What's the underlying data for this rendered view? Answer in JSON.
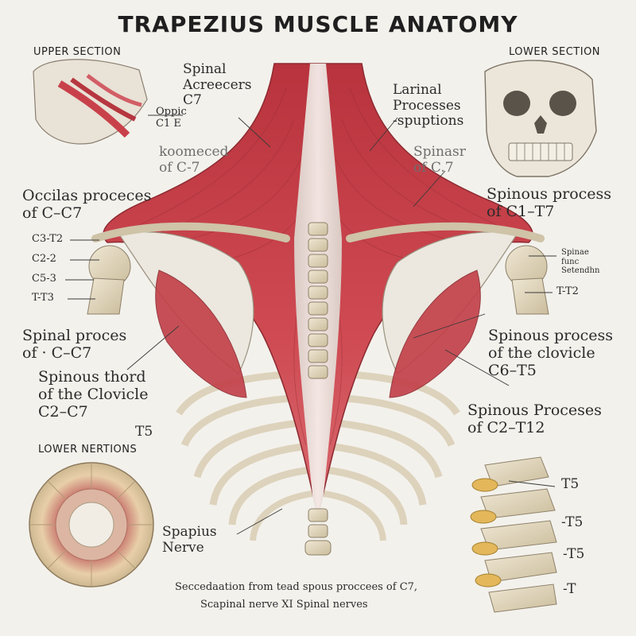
{
  "title": "TRAPEZIUS MUSCLE ANATOMY",
  "sections": {
    "upper": "UPPER SECTION",
    "lower_top": "LOWER SECTION",
    "lower_bottom": "LOWER NERTIONS"
  },
  "labels": {
    "spinal_acreecers": "Spinal\nAcreecers\nC7",
    "oppic": "Oppic\nC1 E",
    "koomeced": "koomeced\nof C-7",
    "occilas": "Occilas proceces\nof C–C7",
    "c3t2": "C3-T2",
    "c22": "C2-2",
    "c53": "C5-3",
    "t73": "T-T3",
    "spinal_proces_left": "Spinal proces\nof · C–C7",
    "spinous_thord": "Spinous thord\nof the Clovicle\nC2–C7",
    "t5_left": "T5",
    "lariral": "Larinal\nProcesses\n-spuptions",
    "spinasr": "Spinasr\nof C.7",
    "spinous_c1t7": "Spinous process\nof C1–T7",
    "spinae_small": "Spinae\nfunc\nSetendhn",
    "tt2": "T-T2",
    "spinous_clovicle": "Spinous process\nof the clovicle\nC6–T5",
    "spinous_c2t12": "Spinous Proceses\nof C2–T12",
    "t5_a": "T5",
    "t5_b": "-T5",
    "t5_c": "-T5",
    "t_last": "-T",
    "spapius": "Spapius\nNerve",
    "footer_1": "Seccedaation from tead spous proccees of C7,",
    "footer_2": "Scapinal nerve XI Spinal nerves"
  },
  "colors": {
    "muscle": "#c8414a",
    "muscle_dark": "#a3313a",
    "bone": "#e6ddc9",
    "bone_dark": "#b9ab8c",
    "tendon": "#eeece6",
    "background": "#f3f1ec"
  },
  "icons": [
    "head-neck-sketch",
    "skull-sketch",
    "vertebra-cross-section",
    "vertebral-column-sketch"
  ]
}
